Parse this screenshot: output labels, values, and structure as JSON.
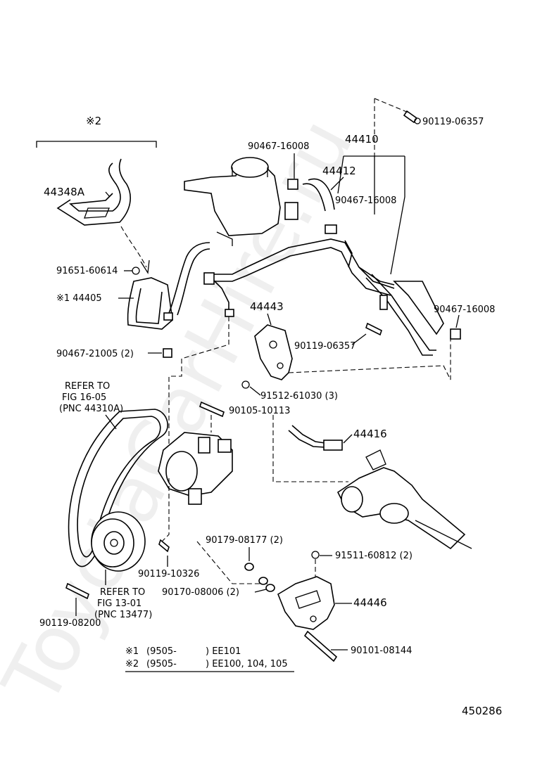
{
  "watermark": "ToyotaCarHire.ru",
  "group_note": "※2",
  "diagram_code": "450286",
  "labels": {
    "p44348A": "44348A",
    "p91651": "91651-60614",
    "p44405": "※1 44405",
    "p90467_21005": "90467-21005 (2)",
    "p90467_top": "90467-16008",
    "p44410": "44410",
    "p44412": "44412",
    "p90467_mid": "90467-16008",
    "p90119_top": "90119-06357",
    "p90467_right": "90467-16008",
    "p44443": "44443",
    "p90119_mid": "90119-06357",
    "p91512": "91512-61030 (3)",
    "p90105": "90105-10113",
    "p44416": "44416",
    "p90119_10326": "90119-10326",
    "p90179": "90179-08177 (2)",
    "p91511": "91511-60812 (2)",
    "p90170": "90170-08006 (2)",
    "p44446": "44446",
    "p90101": "90101-08144",
    "p90119_08200": "90119-08200"
  },
  "refers": {
    "r1_line1": "REFER TO",
    "r1_line2": "FIG 16-05",
    "r1_line3": "(PNC 44310A)",
    "r2_line1": "REFER TO",
    "r2_line2": "FIG 13-01",
    "r2_line3": "(PNC 13477)"
  },
  "legend": {
    "row1_mark": "※1",
    "row1_range": "(9505-",
    "row1_models": ") EE101",
    "row2_mark": "※2",
    "row2_range": "(9505-",
    "row2_models": ") EE100, 104, 105"
  }
}
